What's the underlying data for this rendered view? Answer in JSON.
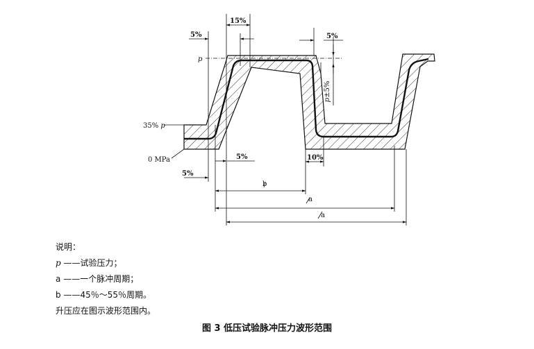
{
  "figure": {
    "dimensions": {
      "top_15": "15%",
      "top_left_5": "5%",
      "top_right_5": "5%",
      "tol": "±5%",
      "mid_5": "5%",
      "bottom_5": "5%",
      "bottom_10": "10%",
      "b": "b",
      "a1": "a",
      "a2": "a"
    },
    "labels": {
      "p_symbol": "p",
      "tol_p": "p",
      "p35_value": "35%",
      "p35_symbol": "p",
      "zero": "0 MPa"
    }
  },
  "legend": {
    "title": "说明：",
    "p_symbol": "p",
    "p_text": "——试验压力；",
    "a_symbol": "a",
    "a_text": "——一个脉冲周期；",
    "b_symbol": "b",
    "b_text": "——45％～55％周期。",
    "note": "升压应在图示波形范围内。"
  },
  "caption": "图 3   低压试验脉冲压力波形范围"
}
